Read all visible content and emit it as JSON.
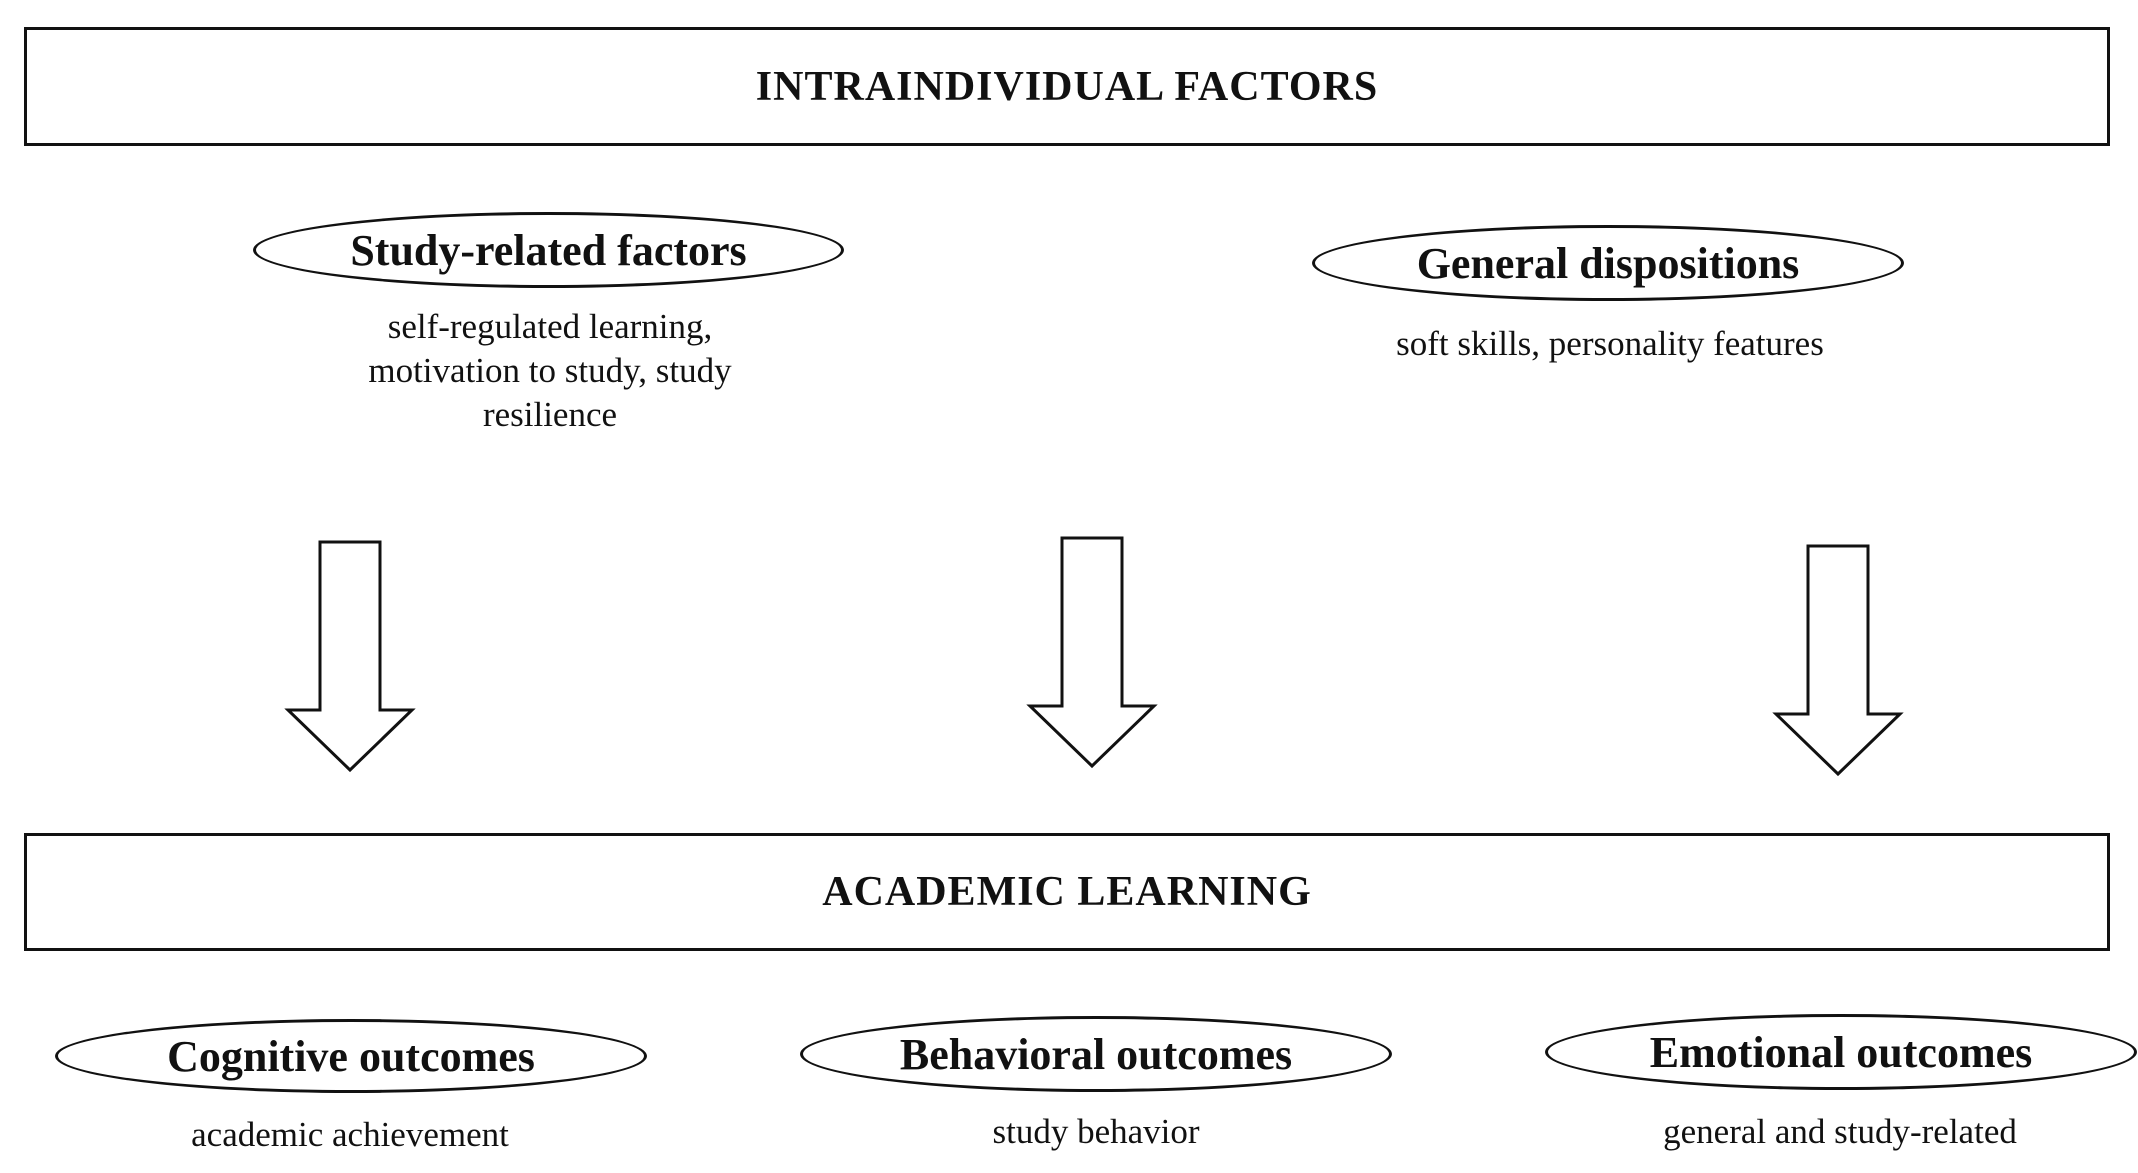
{
  "top_box": {
    "title": "INTRAINDIVIDUAL FACTORS"
  },
  "factors": {
    "study": {
      "label": "Study-related  factors",
      "desc": [
        "self-regulated learning,",
        "motivation to study, study",
        "resilience"
      ]
    },
    "general": {
      "label": "General  dispositions",
      "desc": [
        "soft skills,  personality features"
      ]
    }
  },
  "bottom_box": {
    "title": "ACADEMIC LEARNING"
  },
  "outcomes": {
    "cognitive": {
      "label": "Cognitive  outcomes",
      "desc": "academic achievement"
    },
    "behavioral": {
      "label": "Behavioral outcomes",
      "desc": "study behavior"
    },
    "emotional": {
      "label": "Emotional outcomes",
      "desc": "general and study-related"
    }
  }
}
